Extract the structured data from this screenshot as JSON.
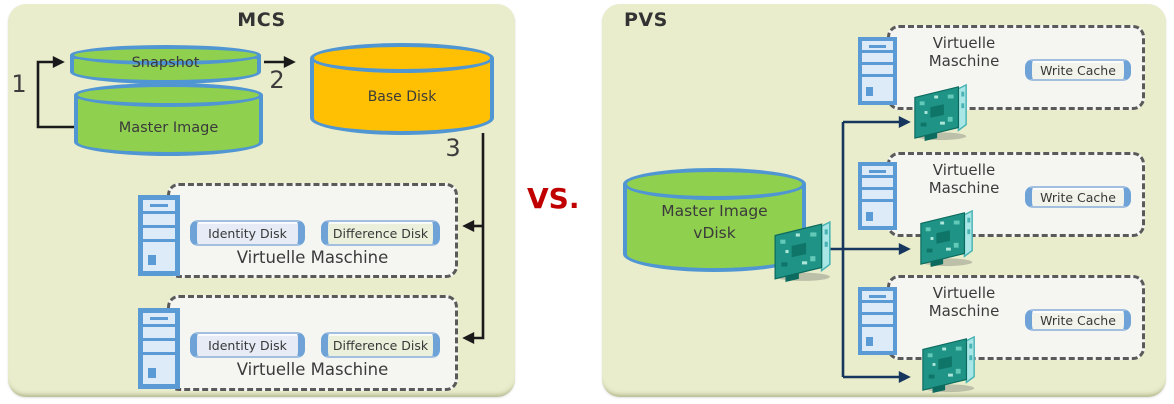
{
  "mcs": {
    "title": "MCS",
    "steps": {
      "one": "1",
      "two": "2",
      "three": "3"
    },
    "snapshot_label": "Snapshot",
    "master_image_label": "Master Image",
    "base_disk_label": "Base Disk",
    "vm1": {
      "identity": "Identity Disk",
      "difference": "Difference Disk",
      "label": "Virtuelle Maschine"
    },
    "vm2": {
      "identity": "Identity Disk",
      "difference": "Difference Disk",
      "label": "Virtuelle Maschine"
    }
  },
  "vs_label": "VS.",
  "pvs": {
    "title": "PVS",
    "vdisk_line1": "Master Image",
    "vdisk_line2": "vDisk",
    "vm1": {
      "line1": "Virtuelle",
      "line2": "Maschine",
      "write_cache": "Write Cache"
    },
    "vm2": {
      "line1": "Virtuelle",
      "line2": "Maschine",
      "write_cache": "Write Cache"
    },
    "vm3": {
      "line1": "Virtuelle",
      "line2": "Maschine",
      "write_cache": "Write Cache"
    }
  },
  "colors": {
    "panel_bg": "#e9edcc",
    "cylinder_green": "#8fd04f",
    "cylinder_border_blue": "#5096d2",
    "base_disk_gold": "#ffc003",
    "vs_red": "#c00000",
    "mcs_arrows": "#1a1a1a",
    "pvs_arrows": "#17365d",
    "dashed_border": "#5a5a5a"
  }
}
